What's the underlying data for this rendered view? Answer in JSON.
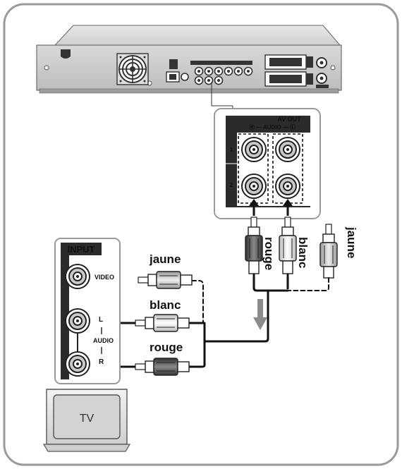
{
  "panel": {
    "av_out_title": "AV OUT",
    "audio_row": "Ⓡ — AUDIO — Ⓛ",
    "row_1": "1",
    "row_2": "2"
  },
  "tv_input": {
    "title": "INPUT",
    "video": "VIDEO",
    "l": "L",
    "audio": "AUDIO",
    "r": "R"
  },
  "cables": {
    "left_yellow": "jaune",
    "left_white": "blanc",
    "left_red": "rouge",
    "right_red": "rouge",
    "right_white": "blanc",
    "right_yellow": "jaune"
  },
  "tv": {
    "label": "TV"
  },
  "colors": {
    "frame_stroke": "#9a9a9a",
    "dark_fill": "#2b2b2b",
    "red_plug": "#555555",
    "white_plug": "#f4f4f4",
    "yellow_plug": "#d8d8d8",
    "arrow_gray": "#8c8c8c"
  }
}
